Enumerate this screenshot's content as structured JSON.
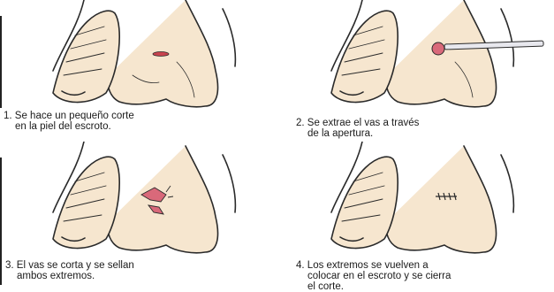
{
  "steps": [
    {
      "number": "1.",
      "lines": [
        "Se hace un pequeño corte",
        "en la piel del escroto."
      ]
    },
    {
      "number": "2.",
      "lines": [
        "Se extrae el vas a través",
        "de la apertura."
      ]
    },
    {
      "number": "3.",
      "lines": [
        "El vas se corta y se sellan",
        "ambos extremos."
      ]
    },
    {
      "number": "4.",
      "lines": [
        "Los extremos se vuelven a",
        "colocar en el escroto y se cierra",
        "el corte."
      ]
    }
  ],
  "colors": {
    "skin": "#f6e6cf",
    "outline": "#2a2a2a",
    "incision": "#c8434f",
    "vas": "#d9697a",
    "instrument": "#e8e8ee"
  }
}
